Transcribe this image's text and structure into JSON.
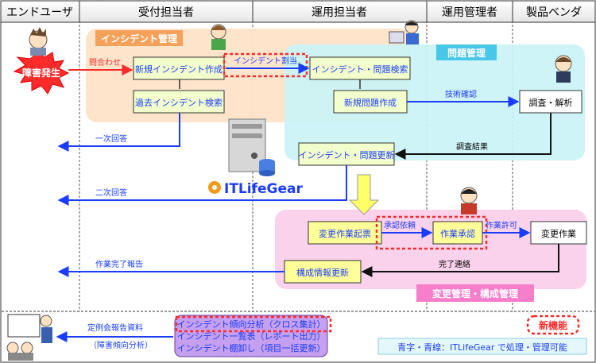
{
  "columns": [
    "エンドユーザ",
    "受付担当者",
    "運用担当者",
    "運用管理者",
    "製品ベンダ"
  ],
  "areas": {
    "incident": "インシデント管理",
    "problem": "問題管理",
    "change": "変更管理・構成管理"
  },
  "event": "障害発生",
  "boxes": {
    "new_incident": "新規インシデント作成",
    "past_search": "過去インシデント検索",
    "ip_search": "インシデント・問題検索",
    "new_problem": "新規問題作成",
    "ip_update": "インシデント・問題更新",
    "investigate": "調査・解析",
    "change_start": "変更作業起票",
    "approve": "作業承認",
    "change_work": "変更作業",
    "config_update": "構成情報更新"
  },
  "edge_labels": {
    "inquiry": "問合わせ",
    "assign": "インシデント割当",
    "tech_check": "技術確認",
    "result": "調査結果",
    "first_answer": "一次回答",
    "second_answer": "二次回答",
    "approval_request": "承認依頼",
    "work_permit": "作業許可",
    "complete": "完了連絡",
    "work_report": "作業完了報告",
    "regular_report": "定例会報告資料",
    "regular_report_sub": "（障害傾向分析）"
  },
  "logo": "ITLifeGear",
  "report_items": [
    "インシデント傾向分析（クロス集計）",
    "インシデント一覧表（レポート出力）",
    "インシデント棚卸し（項目一括更新）"
  ],
  "new_feature": "新機能",
  "legend": "青字・青線：ITLifeGear で処理・管理可能",
  "colors": {
    "blue": "#1a3cff",
    "red": "#ff2a2a",
    "box_fill": "#f2ffcc",
    "box_yellow": "#ffff99"
  }
}
